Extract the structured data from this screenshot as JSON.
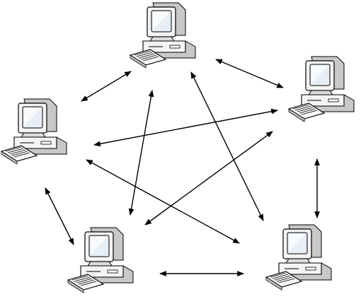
{
  "diagram": {
    "type": "mesh-network",
    "nodes": [
      {
        "id": "top",
        "icon": "desktop-computer-icon"
      },
      {
        "id": "upper-right",
        "icon": "desktop-computer-icon"
      },
      {
        "id": "left",
        "icon": "desktop-computer-icon"
      },
      {
        "id": "bottom-left",
        "icon": "desktop-computer-icon"
      },
      {
        "id": "bottom-right",
        "icon": "desktop-computer-icon"
      }
    ],
    "links": [
      [
        "top",
        "left"
      ],
      [
        "top",
        "upper-right"
      ],
      [
        "top",
        "bottom-left"
      ],
      [
        "top",
        "bottom-right"
      ],
      [
        "left",
        "upper-right"
      ],
      [
        "left",
        "bottom-right"
      ],
      [
        "left",
        "bottom-left"
      ],
      [
        "upper-right",
        "bottom-left"
      ],
      [
        "upper-right",
        "bottom-right"
      ],
      [
        "bottom-left",
        "bottom-right"
      ]
    ],
    "arrow_style": "double-headed",
    "colors": {
      "line": "#000000",
      "computer_body": "#f4f4f4",
      "computer_shade": "#c8c8c8",
      "screen": "#e8eef6",
      "outline": "#000000"
    }
  }
}
